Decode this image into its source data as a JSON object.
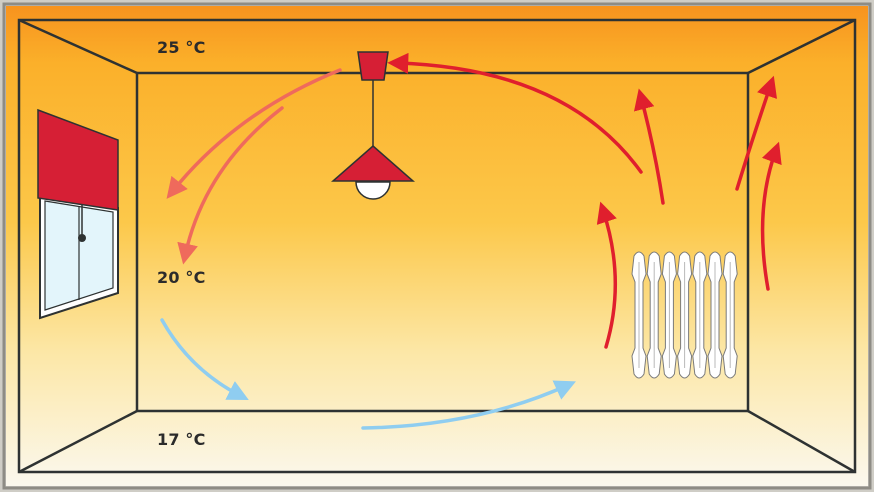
{
  "labels": {
    "ceiling_temp": "25 °C",
    "middle_temp": "20 °C",
    "floor_temp": "17 °C"
  },
  "colors": {
    "frame": "#2e3232",
    "warm_top": "#f7931e",
    "warm_mid": "#fcc13a",
    "cool_bottom": "#fbf7ea",
    "hot_arrow": "#e01f2d",
    "cooling_arrow": "#ef6a5c",
    "cold_arrow": "#8fcdf0",
    "window_blind": "#d61f35",
    "lamp": "#d61f35",
    "radiator": "#ffffff"
  },
  "icons": [
    "window-icon",
    "roller-blind-icon",
    "pendant-lamp-icon",
    "radiator-icon"
  ]
}
